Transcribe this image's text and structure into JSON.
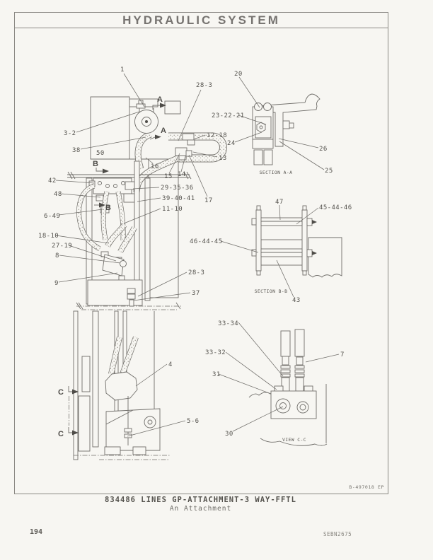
{
  "page": {
    "title": "HYDRAULIC SYSTEM",
    "page_number": "194",
    "doc_code": "SEBN2675"
  },
  "figure": {
    "caption": "834486 LINES GP-ATTACHMENT-3 WAY-FFTL",
    "subcaption": "An Attachment",
    "drawing_ref": "B-497018 EP",
    "section_a_label": "SECTION A-A",
    "section_b_label": "SECTION B-B",
    "view_c_label": "VIEW C-C",
    "cut_letters": {
      "a": "A",
      "b": "B",
      "c": "C"
    }
  },
  "callouts": [
    {
      "t": "1"
    },
    {
      "t": "28-3"
    },
    {
      "t": "3-2"
    },
    {
      "t": "38"
    },
    {
      "t": "50"
    },
    {
      "t": "12-18"
    },
    {
      "t": "13"
    },
    {
      "t": "16"
    },
    {
      "t": "15"
    },
    {
      "t": "14"
    },
    {
      "t": "17"
    },
    {
      "t": "29-35-36"
    },
    {
      "t": "39-40-41"
    },
    {
      "t": "11-10"
    },
    {
      "t": "42"
    },
    {
      "t": "48"
    },
    {
      "t": "6-49"
    },
    {
      "t": "18-10"
    },
    {
      "t": "27-19"
    },
    {
      "t": "8"
    },
    {
      "t": "9"
    },
    {
      "t": "28-3"
    },
    {
      "t": "37"
    },
    {
      "t": "4"
    },
    {
      "t": "5-6"
    },
    {
      "t": "20"
    },
    {
      "t": "23-22-21"
    },
    {
      "t": "24"
    },
    {
      "t": "26"
    },
    {
      "t": "25"
    },
    {
      "t": "47"
    },
    {
      "t": "45-44-46"
    },
    {
      "t": "46-44-45"
    },
    {
      "t": "43"
    },
    {
      "t": "33-34"
    },
    {
      "t": "33-32"
    },
    {
      "t": "31"
    },
    {
      "t": "7"
    },
    {
      "t": "30"
    }
  ]
}
